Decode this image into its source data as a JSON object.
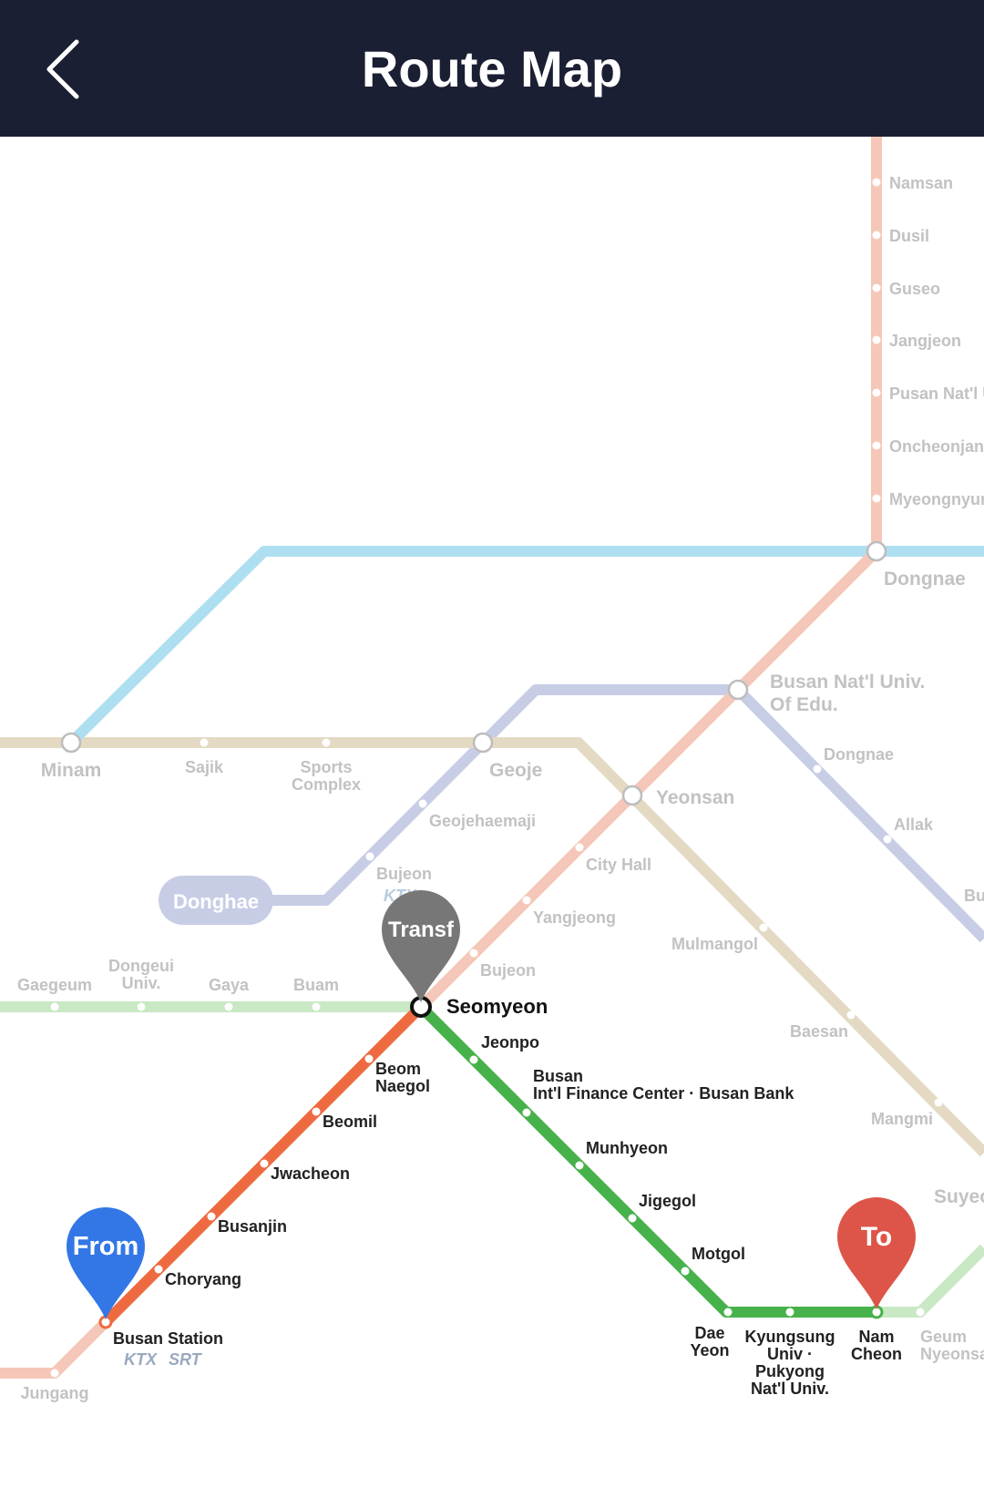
{
  "header": {
    "title": "Route Map",
    "back_icon": "back-arrow-icon"
  },
  "colors": {
    "line1": "#f5c7b8",
    "line1_active": "#ee6a40",
    "line2": "#c9e8c4",
    "line2_active": "#47b24b",
    "line3": "#e4dac4",
    "line4": "#c8cde6",
    "donghae": "#aedff0",
    "pin_from": "#3377e6",
    "pin_transfer": "#777777",
    "pin_to": "#dd5548"
  },
  "pins": {
    "from": "From",
    "transfer": "Transf",
    "to": "To"
  },
  "badges": {
    "donghae": "Donghae",
    "ktx": "KTX",
    "srt": "SRT"
  },
  "stations": {
    "line1_north": [
      "Namsan",
      "Dusil",
      "Guseo",
      "Jangjeon",
      "Pusan Nat'l U",
      "Oncheonjang",
      "Myeongnyun"
    ],
    "dongnae": "Dongnae",
    "busan_edu_1": "Busan Nat'l Univ.",
    "busan_edu_2": "Of Edu.",
    "yeonsan": "Yeonsan",
    "city_hall": "City Hall",
    "yangjeong": "Yangjeong",
    "bujeon_l1": "Bujeon",
    "seomyeon": "Seomyeon",
    "beomnaegol_1": "Beom",
    "beomnaegol_2": "Naegol",
    "beomil": "Beomil",
    "jwacheon": "Jwacheon",
    "busanjin": "Busanjin",
    "choryang": "Choryang",
    "busan_station": "Busan Station",
    "jungang": "Jungang",
    "minam": "Minam",
    "sajik": "Sajik",
    "sports_1": "Sports",
    "sports_2": "Complex",
    "geoje": "Geoje",
    "geojehaemaji": "Geojehaemaji",
    "bujeon_ktx": "Bujeon",
    "dongnae_l4": "Dongnae",
    "allak": "Allak",
    "bu_cut": "Bu",
    "mulmangol": "Mulmangol",
    "baesan": "Baesan",
    "mangmi": "Mangmi",
    "suyeong": "Suyeo",
    "gaegeum": "Gaegeum",
    "dongeui_1": "Dongeui",
    "dongeui_2": "Univ.",
    "gaya": "Gaya",
    "buam": "Buam",
    "jeonpo": "Jeonpo",
    "bifc_1": "Busan",
    "bifc_2": "Int'l Finance Center · Busan Bank",
    "munhyeon": "Munhyeon",
    "jigegol": "Jigegol",
    "motgol": "Motgol",
    "daeyeon_1": "Dae",
    "daeyeon_2": "Yeon",
    "kyungsung_1": "Kyungsung",
    "kyungsung_2": "Univ ·",
    "kyungsung_3": "Pukyong",
    "kyungsung_4": "Nat'l Univ.",
    "namcheon_1": "Nam",
    "namcheon_2": "Cheon",
    "geum_1": "Geum",
    "geum_2": "Nyeonsa"
  }
}
